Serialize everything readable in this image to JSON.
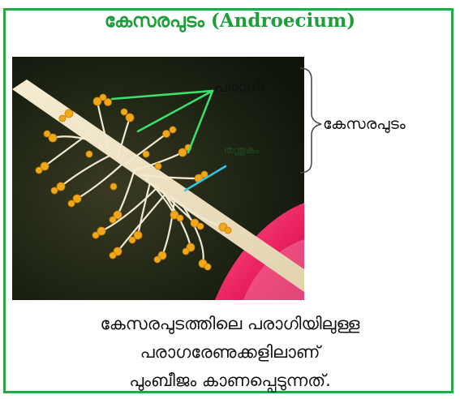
{
  "title": "കേസരപുടം (Androecium)",
  "labels": {
    "anther": "പരാഗി",
    "filament": "തന്തുകം",
    "androecium": "കേസരപുടം"
  },
  "caption": {
    "line1": "കേസരപുടത്തിലെ പരാഗിയിലുള്ള",
    "line2": "പരാഗരേണുക്കളിലാണ്",
    "line3": "പുംബീജം കാണപ്പെടുന്നത്."
  },
  "colors": {
    "border": "#2aa642",
    "title": "#1e9e3a",
    "pointer_anther": "#3de06a",
    "pointer_filament": "#35c6e6"
  }
}
